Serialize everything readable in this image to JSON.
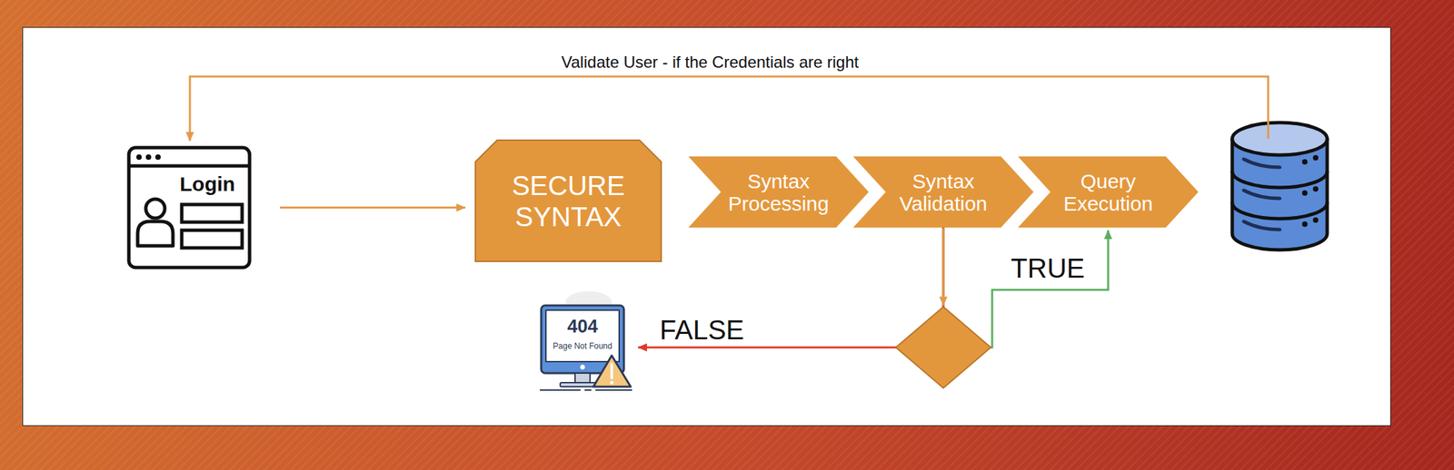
{
  "diagram": {
    "nodes": [
      {
        "text": [
          "Login"
        ]
      },
      {
        "text": [
          "SECURE SYNTAX"
        ]
      },
      {
        "text": [
          "Syntax Processing"
        ]
      },
      {
        "text": [
          "Syntax Validation"
        ]
      },
      {
        "text": [
          "Query Execution"
        ]
      },
      {
        "text": [
          "404",
          "Page Not Found"
        ]
      }
    ],
    "edges": [
      {
        "from": 0,
        "to": 1,
        "arrow": "to"
      },
      {
        "from": 3,
        "to": 4,
        "label": "TRUE",
        "arrow": "to"
      },
      {
        "from": 3,
        "to": 5,
        "label": "FALSE",
        "arrow": "to"
      }
    ],
    "labels": [
      "Validate User - if the Credentials are right"
    ]
  }
}
